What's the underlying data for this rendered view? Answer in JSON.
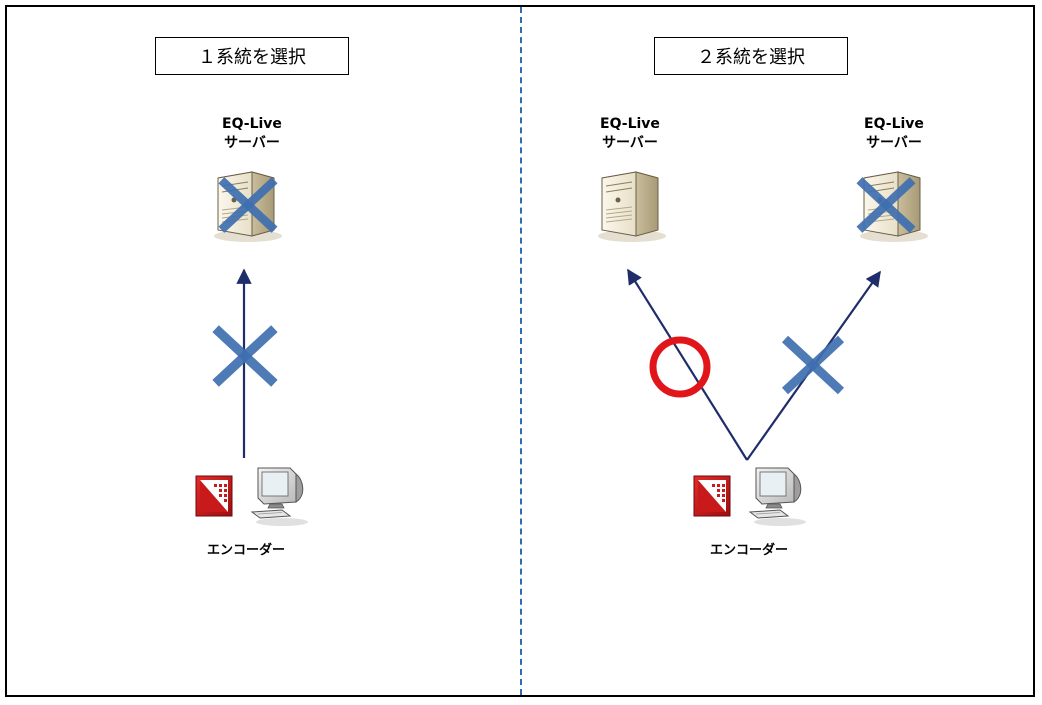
{
  "panels": [
    {
      "title": "１系統を選択",
      "servers": [
        {
          "name_line1": "EQ-Live",
          "name_line2": "サーバー",
          "status": "failed"
        }
      ],
      "connections": [
        {
          "status": "failed"
        }
      ],
      "encoder_label": "エンコーダー"
    },
    {
      "title": "２系統を選択",
      "servers": [
        {
          "name_line1": "EQ-Live",
          "name_line2": "サーバー",
          "status": "ok"
        },
        {
          "name_line1": "EQ-Live",
          "name_line2": "サーバー",
          "status": "failed"
        }
      ],
      "connections": [
        {
          "status": "ok"
        },
        {
          "status": "failed"
        }
      ],
      "encoder_label": "エンコーダー"
    }
  ],
  "colors": {
    "arrow": "#1f2d6b",
    "cross": "#3f6fb0",
    "ok_circle": "#e0161b",
    "divider": "#2e6db4"
  },
  "icons": {
    "server": "server-tower-icon",
    "encoder_app": "encoder-app-icon",
    "workstation": "desktop-computer-icon",
    "fail_mark": "x-mark-icon",
    "ok_mark": "circle-mark-icon"
  }
}
